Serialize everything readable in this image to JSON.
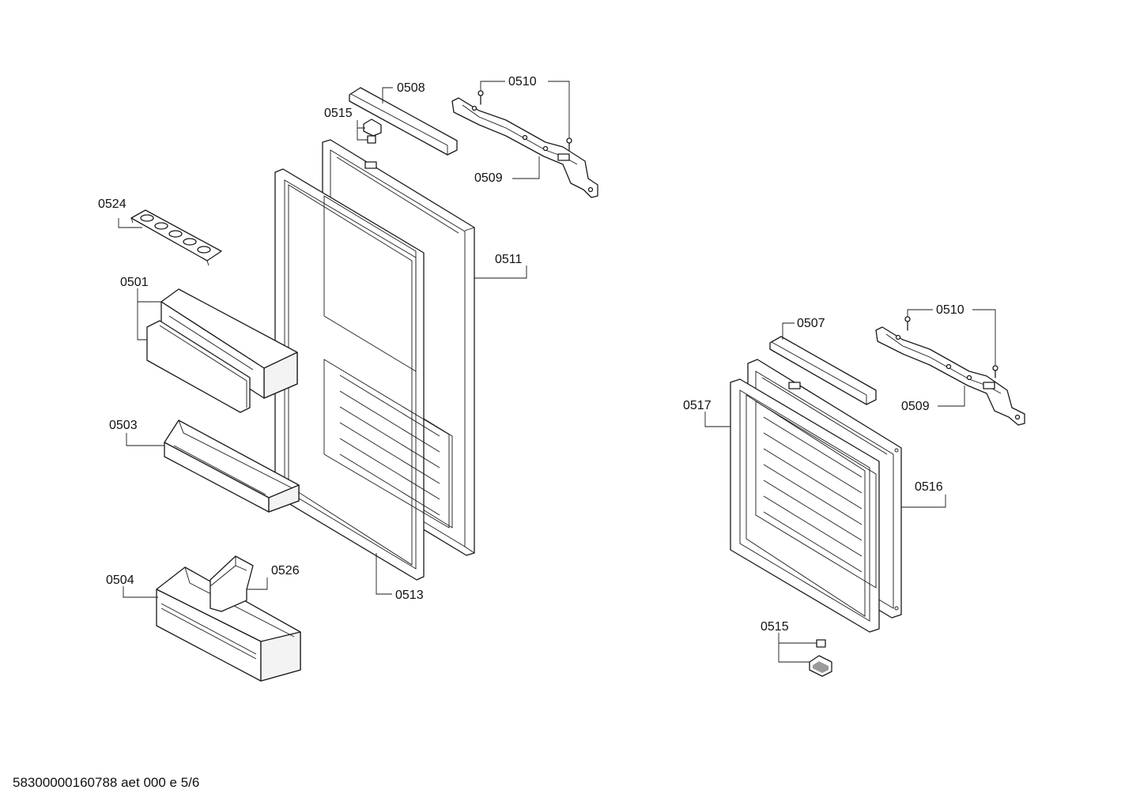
{
  "labels": {
    "p0508": "0508",
    "p0510a": "0510",
    "p0515a": "0515",
    "p0509a": "0509",
    "p0524": "0524",
    "p0511": "0511",
    "p0501": "0501",
    "p0503": "0503",
    "p0504": "0504",
    "p0526": "0526",
    "p0513": "0513",
    "p0507": "0507",
    "p0510b": "0510",
    "p0517": "0517",
    "p0509b": "0509",
    "p0516": "0516",
    "p0515b": "0515"
  },
  "footer": "58300000160788 aet 000 e 5/6"
}
